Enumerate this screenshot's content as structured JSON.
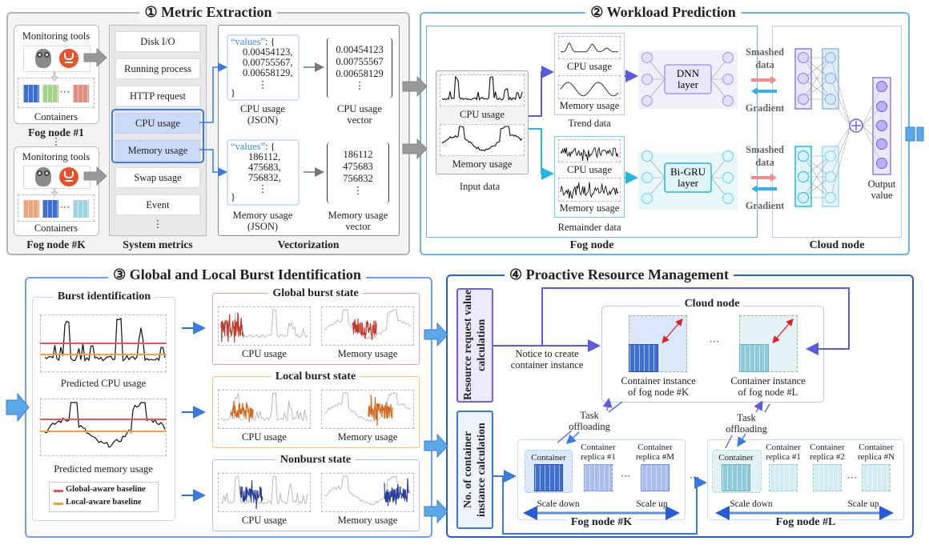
{
  "colors": {
    "panel1": "#9a9a9a",
    "panel2": "#5aa9e6",
    "panel3": "#5b8fe8",
    "panel4": "#2a5bd7",
    "dnn": "#7b6fe8",
    "bigru": "#22b8e0",
    "global": "#e8555a",
    "local": "#f0a33a",
    "cpu_highlight": "#dce7fb"
  },
  "panel1": {
    "title": "① Metric Extraction",
    "fog_nodes": [
      {
        "tools_label": "Monitoring tools",
        "containers_label": "Containers",
        "name": "Fog node #1",
        "icons": [
          "owl-icon",
          "prometheus-icon"
        ]
      },
      {
        "tools_label": "Monitoring tools",
        "containers_label": "Containers",
        "name": "Fog node #K",
        "icons": [
          "owl-icon",
          "prometheus-icon"
        ]
      }
    ],
    "vdots": "⋮",
    "hdots": "···",
    "system_metrics": {
      "label": "System metrics",
      "items": [
        "Disk I/O",
        "Running process",
        "HTTP request",
        "CPU usage",
        "Memory usage",
        "Swap usage",
        "Event"
      ],
      "more": "⋮"
    },
    "vectorization": {
      "label": "Vectorization",
      "cpu_json": {
        "key": "“values”",
        "open": ": {",
        "values": [
          "0.00454123,",
          "0.00755567,",
          "0.00658129,"
        ],
        "more": "⋮",
        "close": "}",
        "caption1": "CPU usage",
        "caption2": "(JSON)"
      },
      "cpu_vector": {
        "values": [
          "0.00454123",
          "0.00755567",
          "0.00658129"
        ],
        "more": "⋮",
        "caption1": "CPU usage",
        "caption2": "vector"
      },
      "mem_json": {
        "key": "“values”",
        "open": ": {",
        "values": [
          "186112,",
          "475683,",
          "756832,"
        ],
        "more": "⋮",
        "close": "}",
        "caption1": "Memory usage",
        "caption2": "(JSON)"
      },
      "mem_vector": {
        "values": [
          "186112",
          "475683",
          "756832"
        ],
        "more": "⋮",
        "caption1": "Memory usage",
        "caption2": "vector"
      }
    }
  },
  "panel2": {
    "title": "② Workload Prediction",
    "fog_node": {
      "label": "Fog node",
      "input": {
        "label": "Input data",
        "cpu": "CPU usage",
        "mem": "Memory usage"
      },
      "trend": {
        "label": "Trend data",
        "cpu": "CPU usage",
        "mem": "Memory usage"
      },
      "remainder": {
        "label": "Remainder data",
        "cpu": "CPU usage",
        "mem": "Memory usage"
      },
      "dnn": "DNN\nlayer",
      "dnn1": "DNN",
      "dnn2": "layer",
      "bigru1": "Bi-GRU",
      "bigru2": "layer"
    },
    "exchange": {
      "smashed1": "Smashed",
      "smashed2": "data",
      "gradient": "Gradient"
    },
    "cloud_node": {
      "label": "Cloud node",
      "output1": "Output",
      "output2": "value"
    }
  },
  "panel3": {
    "title": "③ Global and Local Burst Identification",
    "burst": {
      "title": "Burst identification",
      "cpu_label": "Predicted CPU usage",
      "mem_label": "Predicted memory usage",
      "legend": [
        {
          "label": "Global-aware baseline",
          "color": "#e8555a"
        },
        {
          "label": "Local-aware baseline",
          "color": "#f0a33a"
        }
      ]
    },
    "states": [
      {
        "title": "Global burst state",
        "cpu": "CPU usage",
        "mem": "Memory usage",
        "color": "#c0392b"
      },
      {
        "title": "Local burst state",
        "cpu": "CPU usage",
        "mem": "Memory usage",
        "color": "#d2691e"
      },
      {
        "title": "Nonburst state",
        "cpu": "CPU usage",
        "mem": "Memory usage",
        "color": "#2a3f9a"
      }
    ]
  },
  "panel4": {
    "title": "④ Proactive Resource Management",
    "resource_box": "Resource request value calculation",
    "count_box": "No. of container instance calculation",
    "notice1": "Notice to create",
    "notice2": "container instance",
    "cloud": {
      "label": "Cloud node",
      "inst_k1": "Container instance",
      "inst_k2": "of fog node #K",
      "inst_l1": "Container instance",
      "inst_l2": "of fog node #L",
      "dots": "···"
    },
    "task1": "Task",
    "task2": "offloading",
    "fog_k": {
      "label": "Fog node #K",
      "container": "Container",
      "r1a": "Container",
      "r1b": "replica #1",
      "rma": "Container",
      "rmb": "replica #M",
      "dots": "···",
      "down": "Scale down",
      "up": "Scale up"
    },
    "fog_l": {
      "label": "Fog node #L",
      "container": "Container",
      "r1a": "Container",
      "r1b": "replica #1",
      "r2a": "Container",
      "r2b": "replica #2",
      "rna": "Container",
      "rnb": "replica #N",
      "dots": "···",
      "down": "Scale down",
      "up": "Scale up"
    },
    "between_dots": "···"
  }
}
